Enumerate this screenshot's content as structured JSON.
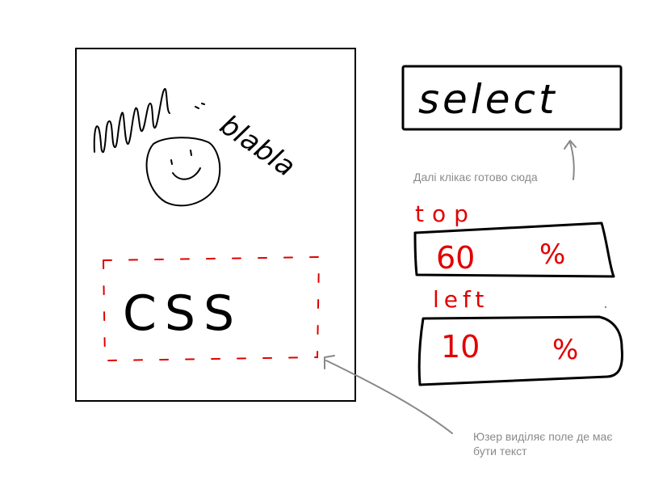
{
  "canvas": {
    "scribble_text": "blabla",
    "css_region_label": "CSS"
  },
  "select_button": {
    "label": "select"
  },
  "annotations": {
    "select_note": "Далі клікає готово сюда",
    "region_note": "Юзер виділяє поле де має бути текст"
  },
  "position_fields": {
    "top": {
      "label": "top",
      "value": "60",
      "unit": "%"
    },
    "left": {
      "label": "left",
      "value": "10",
      "unit": "%"
    }
  },
  "colors": {
    "ink": "#000000",
    "accent": "#e00000",
    "note": "#8a8a8a"
  }
}
